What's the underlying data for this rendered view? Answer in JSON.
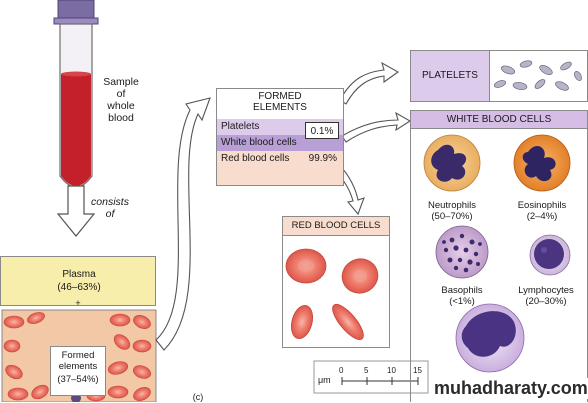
{
  "tube": {
    "label": "Sample\nof\nwhole\nblood",
    "consists_of": "consists\nof"
  },
  "plasma": {
    "label": "Plasma",
    "percent": "(46–63%)"
  },
  "plus": "+",
  "formed_elements_box": {
    "label": "Formed\nelements",
    "percent": "(37–54%)"
  },
  "formed_elements_table": {
    "title": "FORMED\nELEMENTS",
    "platelets": "Platelets",
    "percent_small": "0.1%",
    "white_blood_cells": "White blood cells",
    "red_blood_cells": "Red blood cells",
    "red_percent": "99.9%"
  },
  "platelets_panel": {
    "title": "PLATELETS"
  },
  "red_panel": {
    "title": "RED BLOOD CELLS"
  },
  "wbc_panel": {
    "title": "WHITE BLOOD CELLS",
    "cells": [
      {
        "name": "Neutrophils",
        "range": "(50–70%)"
      },
      {
        "name": "Eosinophils",
        "range": "(2–4%)"
      },
      {
        "name": "Basophils",
        "range": "(<1%)"
      },
      {
        "name": "Lymphocytes",
        "range": "(20–30%)"
      }
    ]
  },
  "scale": {
    "unit": "μm",
    "ticks": [
      "0",
      "5",
      "10",
      "15"
    ]
  },
  "panel_letter": "(c)",
  "watermark": "muhadharaty.com",
  "colors": {
    "blood": "#c4202a",
    "plasma": "#f7eeab",
    "formed_bg": "#f4c9a8",
    "lilac": "#d6c2e6",
    "rbc": "#e9685a",
    "neutrophil_bg": "#f1c27a",
    "eosinophil_bg": "#ef9a3a",
    "nucleus": "#3a2a6a"
  }
}
